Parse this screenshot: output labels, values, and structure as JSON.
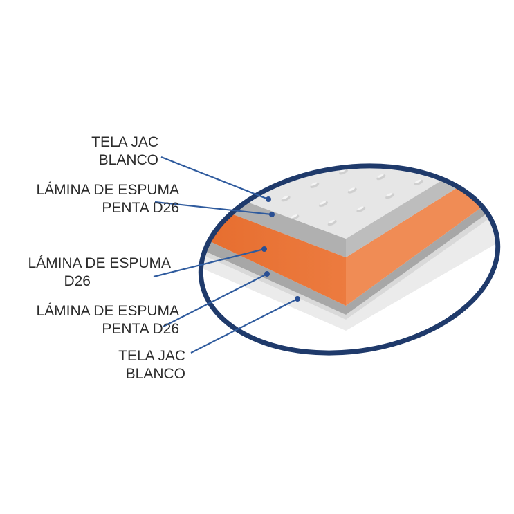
{
  "colors": {
    "ring": "#1f3a6b",
    "leader": "#2f5b9e",
    "dot": "#2a4f93",
    "orange_front": "#e8773a",
    "orange_side": "#f08a52",
    "gray_layer": "#a9a9a9",
    "white_fabric": "#e9e9e9"
  },
  "layers": [
    {
      "id": "top-fabric",
      "line1": "TELA JAC",
      "line2": "BLANCO"
    },
    {
      "id": "top-penta",
      "line1": "LÁMINA DE ESPUMA",
      "line2": "PENTA D26"
    },
    {
      "id": "core",
      "line1": "LÁMINA DE ESPUMA",
      "line2": "D26"
    },
    {
      "id": "bottom-penta",
      "line1": "LÁMINA DE ESPUMA",
      "line2": "PENTA D26"
    },
    {
      "id": "bottom-fabric",
      "line1": "TELA JAC",
      "line2": "BLANCO"
    }
  ]
}
